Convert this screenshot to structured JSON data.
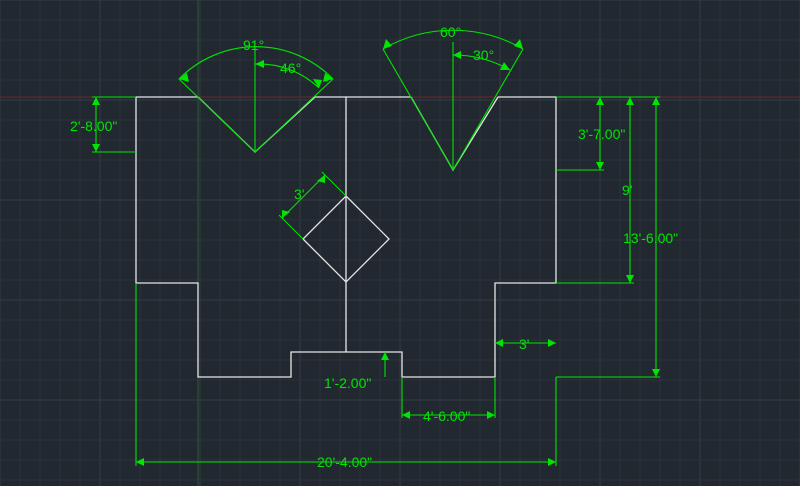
{
  "colors": {
    "background": "#212830",
    "grid_minor": "#2a323b",
    "grid_major": "#333c46",
    "geometry": "#e6e6e6",
    "dimension": "#00e600",
    "axis_x": "#6b2a2a",
    "axis_y": "#2a5a2a"
  },
  "dimensions": {
    "angle_left_outer": "91°",
    "angle_left_inner": "46°",
    "angle_right_outer": "60°",
    "angle_right_inner": "30°",
    "left_height": "2'-8.00\"",
    "right_upper": "3'-7.00\"",
    "right_mid": "9'",
    "right_total": "13'-6.00\"",
    "diamond_side": "3'",
    "notch_height": "1'-2.00\"",
    "bottom_gap": "4'-6.00\"",
    "right_step": "3'",
    "overall_width": "20'-4.00\""
  }
}
